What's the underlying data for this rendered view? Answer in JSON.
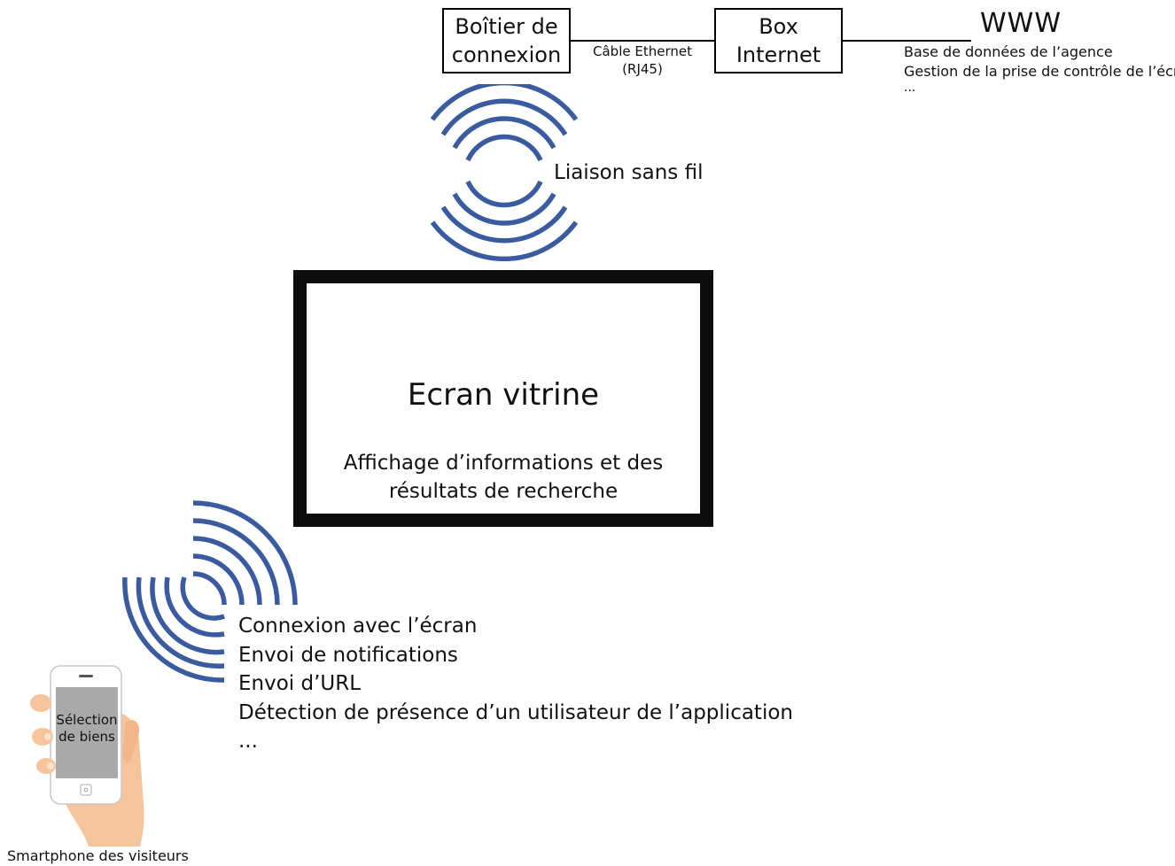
{
  "boitier": {
    "line1": "Boîtier de",
    "line2": "connexion"
  },
  "cable": {
    "line1": "Câble Ethernet",
    "line2": "(RJ45)"
  },
  "box_internet": {
    "line1": "Box",
    "line2": "Internet"
  },
  "www": {
    "title": "WWW",
    "items": [
      "Base de données de l’agence",
      "Gestion de la prise de contrôle de l’écran",
      "..."
    ]
  },
  "wireless_label": "Liaison sans fil",
  "screen": {
    "title": "Ecran vitrine",
    "desc_line1": "Affichage d’informations et des",
    "desc_line2": "résultats de recherche"
  },
  "phone_features": [
    "Connexion avec l’écran",
    "Envoi de notifications",
    "Envoi d’URL",
    "Détection de présence d’un utilisateur de l’application",
    "..."
  ],
  "phone": {
    "screen_line1": "Sélection",
    "screen_line2": "de biens",
    "caption": "Smartphone des visiteurs"
  },
  "colors": {
    "wave": "#3a5ba0",
    "border": "#000000",
    "hand": "#f6c49a",
    "phone_screen": "#a9a9a9"
  },
  "icons": {
    "wireless_top": "wifi-signal-icon",
    "wireless_phone": "wifi-signal-icon",
    "phone": "smartphone-in-hand-icon"
  }
}
